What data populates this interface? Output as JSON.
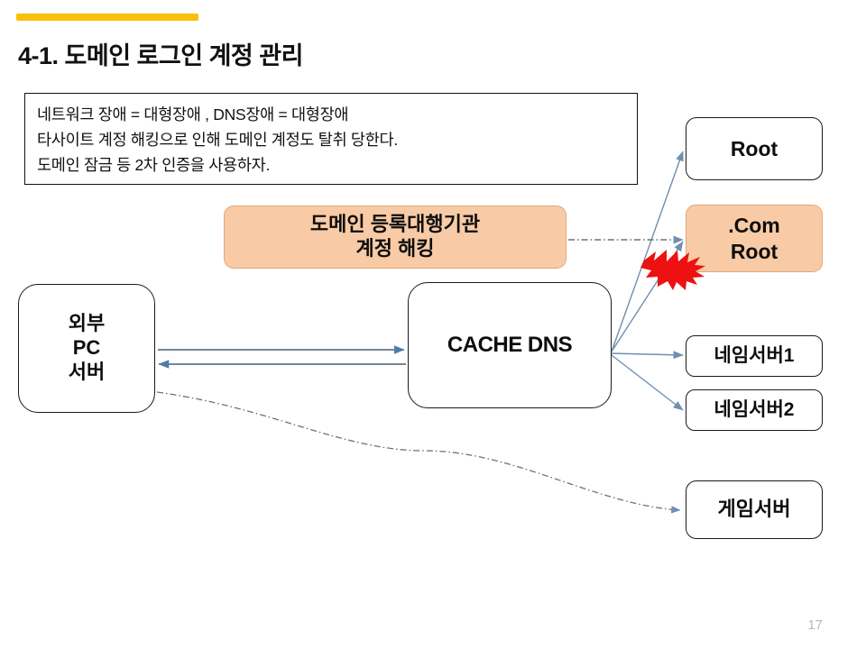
{
  "slide": {
    "title": "4-1. 도메인 로그인 계정 관리",
    "page_number": "17",
    "accent_color": "#FBBE0A",
    "orange_fill": "#F8CBA6",
    "arrow_color": "#5B7FA6",
    "burst_color": "#EE1111"
  },
  "note_box": {
    "lines": [
      "네트워크 장애 = 대형장애 , DNS장애 = 대형장애",
      "타사이트 계정 해킹으로 인해 도메인 계정도 탈취 당한다.",
      "도메인 잠금 등 2차 인증을 사용하자."
    ]
  },
  "nodes": {
    "registrar_hack": "도메인 등록대행기관\n계정 해킹",
    "external_pc": "외부\nPC\n서버",
    "cache_dns": "CACHE DNS",
    "root": "Root",
    "com_root": ".Com\nRoot",
    "nameserver_1": "네임서버1",
    "nameserver_2": "네임서버2",
    "game_server": "게임서버"
  },
  "connectors": [
    {
      "name": "pc-to-cache",
      "style": "solid",
      "direction": "right"
    },
    {
      "name": "cache-to-pc",
      "style": "solid",
      "direction": "left"
    },
    {
      "name": "cache-to-root",
      "style": "solid",
      "direction": "up-right"
    },
    {
      "name": "cache-to-com-root",
      "style": "solid",
      "direction": "up-right"
    },
    {
      "name": "cache-to-nameserver-1",
      "style": "solid",
      "direction": "right"
    },
    {
      "name": "cache-to-nameserver-2",
      "style": "solid",
      "direction": "down-right"
    },
    {
      "name": "registrar-to-com-root",
      "style": "dash-dot",
      "direction": "right"
    },
    {
      "name": "pc-to-game-server",
      "style": "dash-dot",
      "direction": "curve-right"
    }
  ]
}
